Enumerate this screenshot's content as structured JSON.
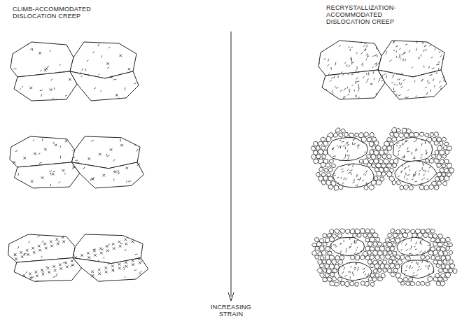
{
  "diagram": {
    "labels": [
      "CLIMB-ACCOMMODATED DISLOCATION CREEP",
      "RECRYSTALLIZATION-ACCOMMODATED DISLOCATION CREEP",
      "INCREASING STRAIN"
    ]
  }
}
